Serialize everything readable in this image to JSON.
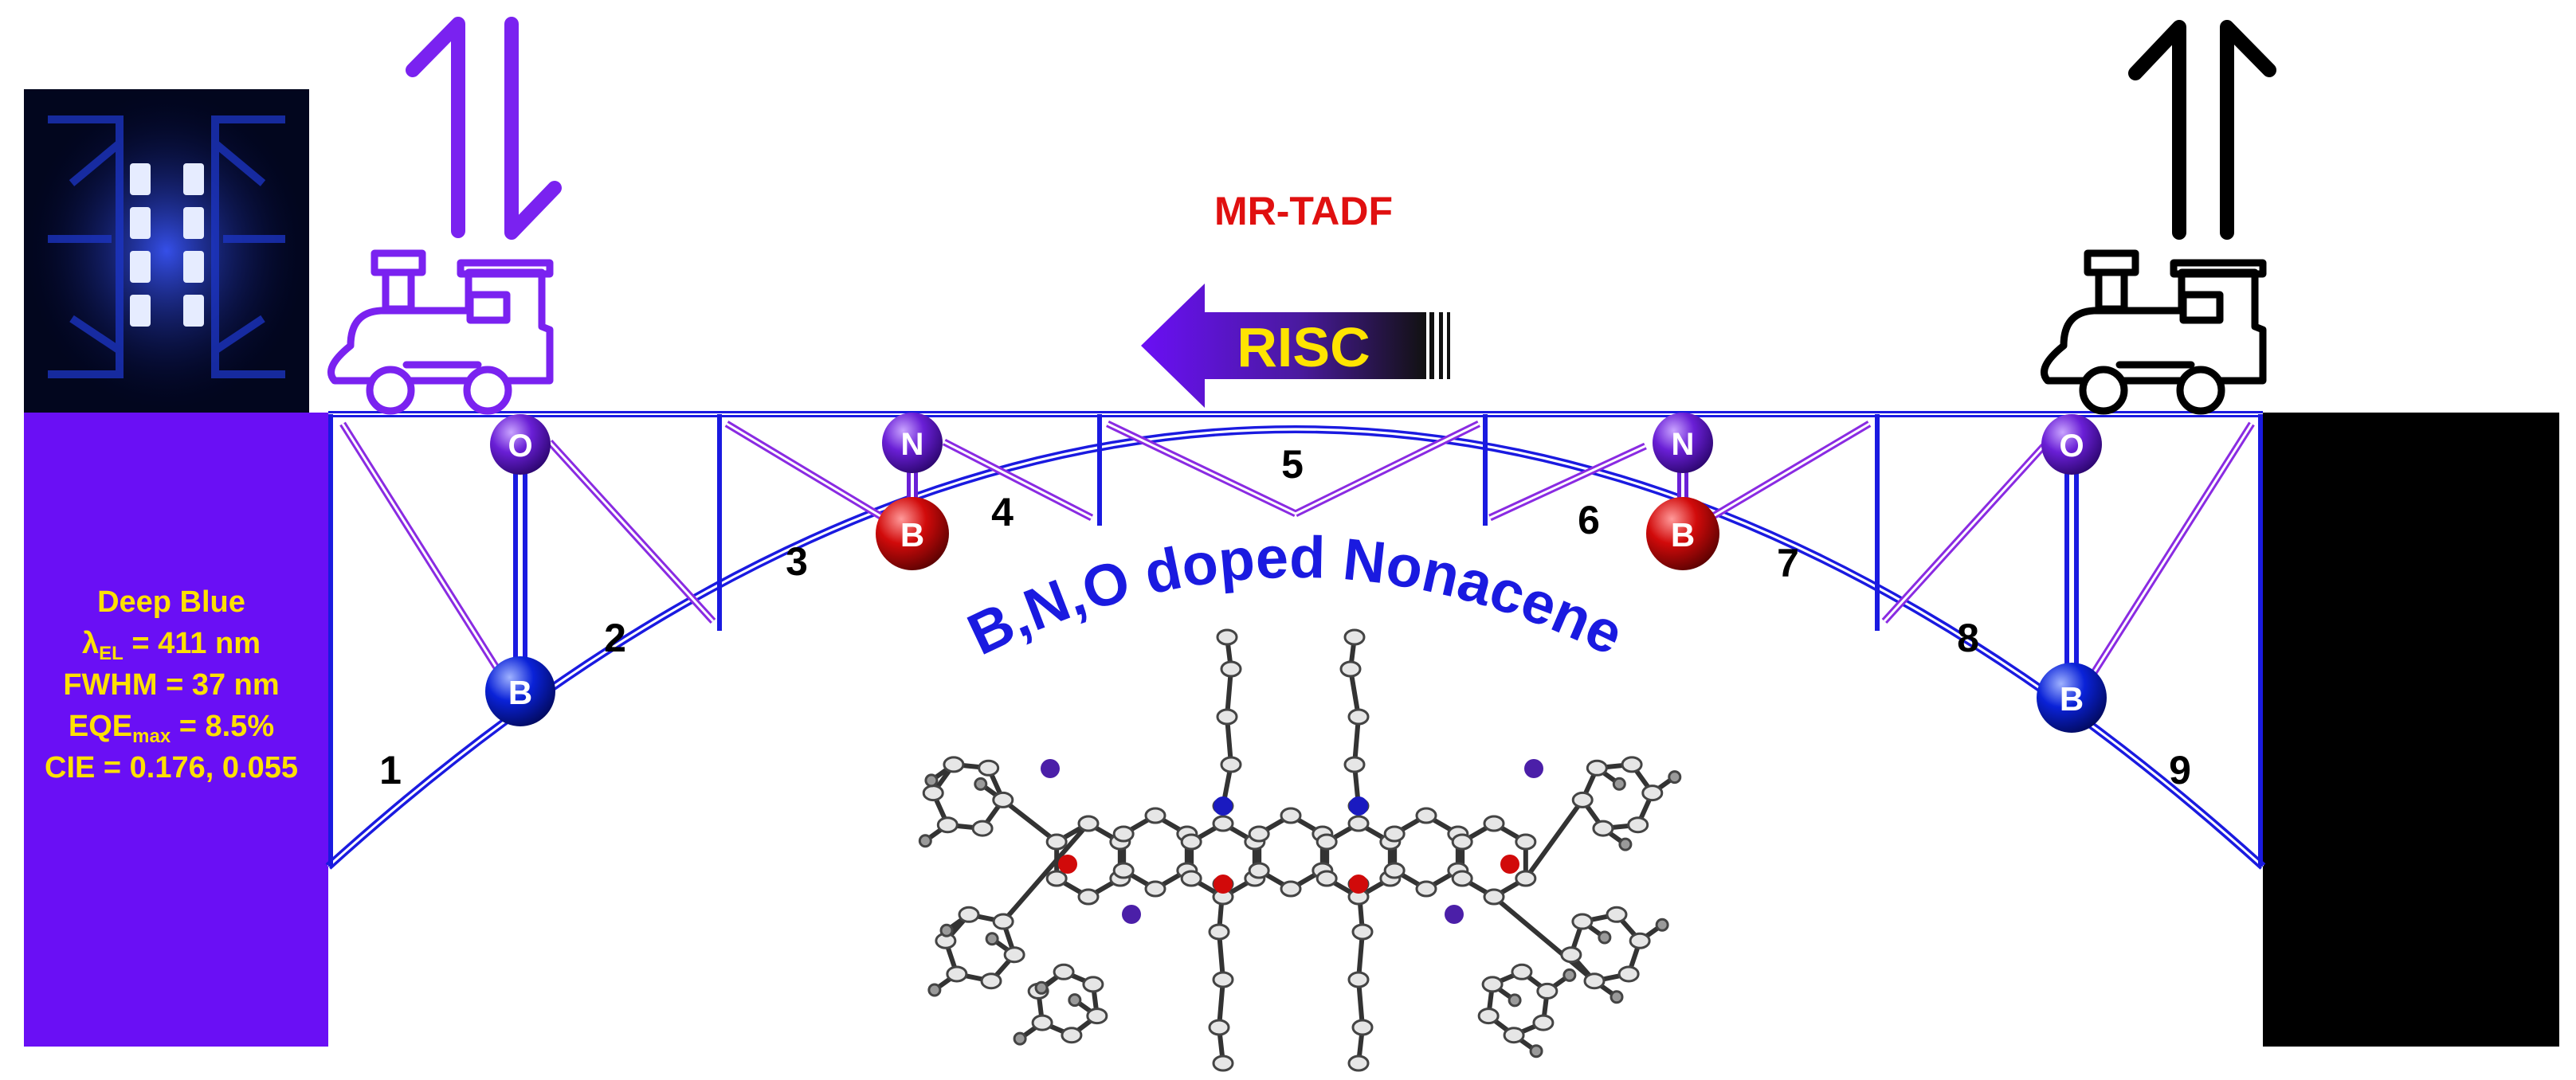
{
  "header": {
    "mechanism": "MR-TADF",
    "risc_label": "RISC"
  },
  "spin_arrows": {
    "left": "singlet-paired",
    "right": "triplet-parallel"
  },
  "bridge": {
    "title": "B,N,O doped Nonacene",
    "segments": [
      "1",
      "2",
      "3",
      "4",
      "5",
      "6",
      "7",
      "8",
      "9"
    ],
    "atoms": [
      {
        "label": "O",
        "color": "#6a1fd6"
      },
      {
        "label": "B",
        "color": "#0a22d8"
      },
      {
        "label": "N",
        "color": "#6a1fd6"
      },
      {
        "label": "B",
        "color": "#d10a0a"
      },
      {
        "label": "N",
        "color": "#6a1fd6"
      },
      {
        "label": "B",
        "color": "#d10a0a"
      },
      {
        "label": "O",
        "color": "#6a1fd6"
      },
      {
        "label": "B",
        "color": "#0a22d8"
      }
    ]
  },
  "device": {
    "emission": "Deep Blue",
    "lambda_symbol": "λ",
    "lambda_sub": "EL",
    "lambda_value": " = 411 nm",
    "fwhm": "FWHM = 37 nm",
    "eqe_prefix": "EQE",
    "eqe_sub": "max",
    "eqe_value": " = 8.5%",
    "cie": "CIE = 0.176, 0.055"
  },
  "colors": {
    "left_pier": "#6a0ff5",
    "right_pier": "#000000",
    "bridge": "#1a1ae0",
    "truss_inner": "#8a2be2",
    "train_left": "#7a22f0",
    "train_right": "#000000",
    "device_text": "#ffe000",
    "mr_tadf": "#e01010",
    "risc_text": "#ffe400"
  }
}
